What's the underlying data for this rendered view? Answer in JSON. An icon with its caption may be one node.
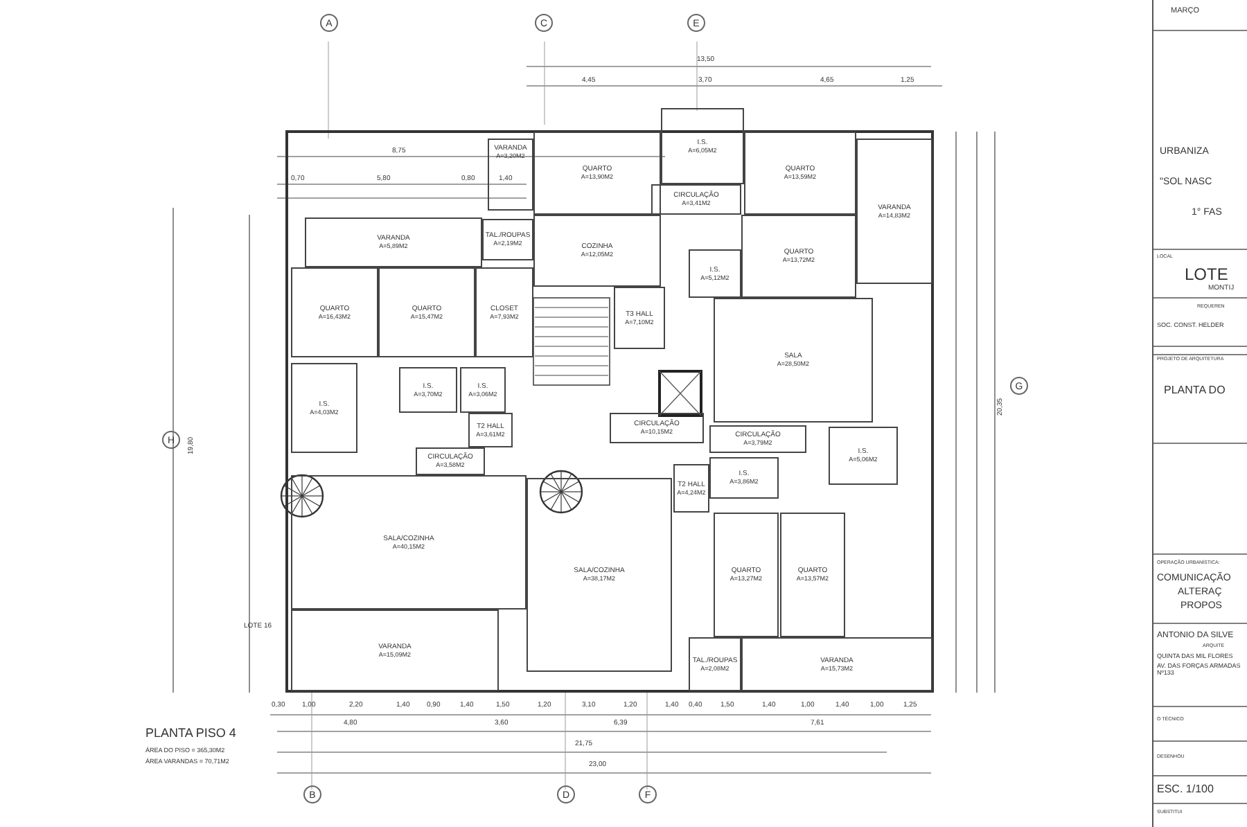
{
  "diagram": {
    "nodes": [
      {
        "text": [
          "VARANDA",
          "A=3,20M2"
        ]
      },
      {
        "text": [
          "QUARTO",
          "A=13,90M2"
        ]
      },
      {
        "text": [
          "I.S.",
          "A=6,05M2"
        ]
      },
      {
        "text": [
          "QUARTO",
          "A=13,59M2"
        ]
      },
      {
        "text": [
          "CIRCULAÇÃO",
          "A=3,41M2"
        ]
      },
      {
        "text": [
          "VARANDA",
          "A=5,89M2"
        ]
      },
      {
        "text": [
          "TAL./ROUPAS",
          "A=2,19M2"
        ]
      },
      {
        "text": [
          "COZINHA",
          "A=12,05M2"
        ]
      },
      {
        "text": [
          "QUARTO",
          "A=13,72M2"
        ]
      },
      {
        "text": [
          "I.S.",
          "A=5,12M2"
        ]
      },
      {
        "text": [
          "VARANDA",
          "A=14,83M2"
        ]
      },
      {
        "text": [
          "QUARTO",
          "A=16,43M2"
        ]
      },
      {
        "text": [
          "QUARTO",
          "A=15,47M2"
        ]
      },
      {
        "text": [
          "CLOSET",
          "A=7,93M2"
        ]
      },
      {
        "text": [
          "T3 HALL",
          "A=7,10M2"
        ]
      },
      {
        "text": [
          "SALA",
          "A=28,50M2"
        ]
      },
      {
        "text": [
          "I.S.",
          "A=3,70M2"
        ]
      },
      {
        "text": [
          "I.S.",
          "A=3,06M2"
        ]
      },
      {
        "text": [
          "I.S.",
          "A=4,03M2"
        ]
      },
      {
        "text": [
          "T2 HALL",
          "A=3,61M2"
        ]
      },
      {
        "text": [
          "CIRCULAÇÃO",
          "A=3,58M2"
        ]
      },
      {
        "text": [
          "CIRCULAÇÃO",
          "A=10,15M2"
        ]
      },
      {
        "text": [
          "CIRCULAÇÃO",
          "A=3,79M2"
        ]
      },
      {
        "text": [
          "T2 HALL",
          "A=4,24M2"
        ]
      },
      {
        "text": [
          "I.S.",
          "A=3,86M2"
        ]
      },
      {
        "text": [
          "I.S.",
          "A=5,06M2"
        ]
      },
      {
        "text": [
          "SALA/COZINHA",
          "A=40,15M2"
        ]
      },
      {
        "text": [
          "SALA/COZINHA",
          "A=38,17M2"
        ]
      },
      {
        "text": [
          "QUARTO",
          "A=13,27M2"
        ]
      },
      {
        "text": [
          "QUARTO",
          "A=13,57M2"
        ]
      },
      {
        "text": [
          "VARANDA",
          "A=15,09M2"
        ]
      },
      {
        "text": [
          "TAL./ROUPAS",
          "A=2,08M2"
        ]
      },
      {
        "text": [
          "VARANDA",
          "A=15,73M2"
        ]
      }
    ],
    "labels": [
      "MARÇO",
      "A",
      "C",
      "E",
      "13,50",
      "4,45",
      "3,70",
      "4,65",
      "1,25",
      "8,75",
      "0,70",
      "5,80",
      "0,80",
      "1,40",
      "URBANIZA",
      "\"SOL NASC",
      "1° FAS",
      "LOCAL",
      "LOTE",
      "MONTIJ",
      "REQUEREN",
      "SOC. CONST. HELDER",
      "PROJETO DE ARQUITETURA",
      "G",
      "20,35",
      "PLANTA DO",
      "H",
      "19,80",
      "OPERAÇÃO URBANÍSTICA:",
      "COMUNICAÇÃO",
      "ALTERAÇ",
      "PROPOS",
      "LOTE 16",
      "ANTONIO DA SILVE",
      "ARQUITE",
      "QUINTA DAS MIL FLORES",
      "AV. DAS FORÇAS ARMADAS Nº133",
      "0,30",
      "1,00",
      "2,20",
      "1,40",
      "0,90",
      "1,40",
      "1,50",
      "1,20",
      "3,10",
      "1,20",
      "1,40",
      "0,40",
      "1,50",
      "1,40",
      "1,00",
      "1,40",
      "1,00",
      "1,25",
      "O TÉCNICO",
      "4,80",
      "3,60",
      "6,39",
      "7,61",
      "PLANTA PISO 4",
      "21,75",
      "ÁREA DO PISO = 365,30M2",
      "ÁREA VARANDAS = 70,71M2",
      "DESENHOU",
      "23,00",
      "ESC. 1/100",
      "B",
      "D",
      "F",
      "SUBSTITUI"
    ]
  }
}
